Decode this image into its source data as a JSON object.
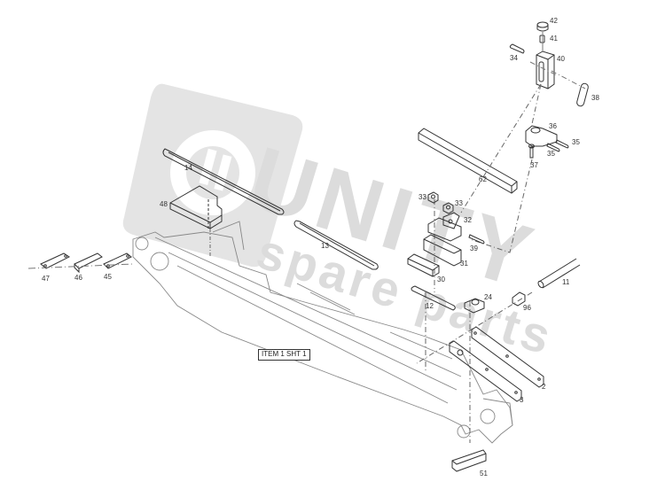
{
  "diagram": {
    "type": "exploded-parts-diagram",
    "reference_box": "ITEM 1 SHT 1",
    "watermark": {
      "brand": "UNITY",
      "tagline": "spare parts",
      "color": "#dcdcdc"
    },
    "line_color": "#333333",
    "parts": [
      {
        "id": "2",
        "label": "2"
      },
      {
        "id": "3",
        "label": "3"
      },
      {
        "id": "11",
        "label": "11"
      },
      {
        "id": "12",
        "label": "12"
      },
      {
        "id": "13",
        "label": "13"
      },
      {
        "id": "14",
        "label": "14"
      },
      {
        "id": "24",
        "label": "24"
      },
      {
        "id": "30",
        "label": "30"
      },
      {
        "id": "31",
        "label": "31"
      },
      {
        "id": "32",
        "label": "32"
      },
      {
        "id": "33a",
        "label": "33"
      },
      {
        "id": "33b",
        "label": "33"
      },
      {
        "id": "34",
        "label": "34"
      },
      {
        "id": "35a",
        "label": "35"
      },
      {
        "id": "35b",
        "label": "35"
      },
      {
        "id": "36",
        "label": "36"
      },
      {
        "id": "37",
        "label": "37"
      },
      {
        "id": "38",
        "label": "38"
      },
      {
        "id": "39",
        "label": "39"
      },
      {
        "id": "40",
        "label": "40"
      },
      {
        "id": "41",
        "label": "41"
      },
      {
        "id": "42",
        "label": "42"
      },
      {
        "id": "45",
        "label": "45"
      },
      {
        "id": "46",
        "label": "46"
      },
      {
        "id": "47",
        "label": "47"
      },
      {
        "id": "48",
        "label": "48"
      },
      {
        "id": "51",
        "label": "51"
      },
      {
        "id": "62",
        "label": "62"
      },
      {
        "id": "96",
        "label": "96"
      }
    ]
  }
}
